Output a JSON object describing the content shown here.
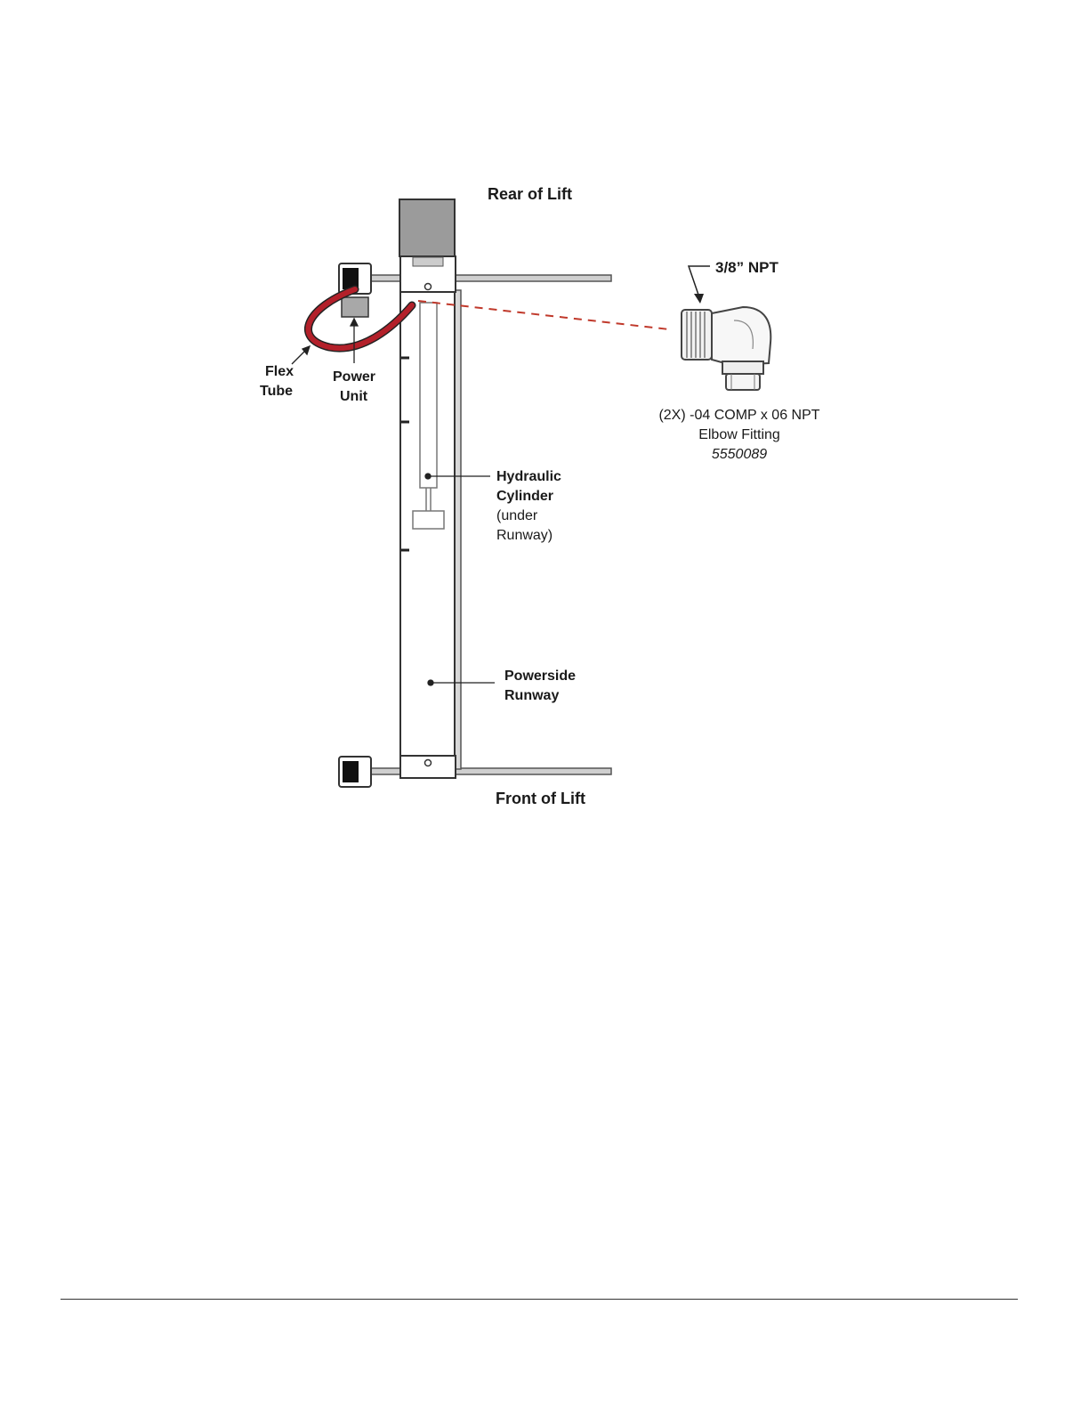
{
  "labels": {
    "rear_of_lift": "Rear of Lift",
    "front_of_lift": "Front of Lift",
    "flex_tube_line1": "Flex",
    "flex_tube_line2": "Tube",
    "power_unit_line1": "Power",
    "power_unit_line2": "Unit",
    "hydraulic_line1": "Hydraulic",
    "hydraulic_line2": "Cylinder",
    "hydraulic_line3": "(under",
    "hydraulic_line4": "Runway)",
    "powerside_line1": "Powerside",
    "powerside_line2": "Runway",
    "npt": "3/8” NPT",
    "fitting_line1": "(2X) -04 COMP x 06 NPT",
    "fitting_line2": "Elbow Fitting",
    "fitting_part": "5550089"
  },
  "colors": {
    "hose": "#b3202a",
    "dashed_leader": "#c0392b",
    "column": "#999999",
    "structure_stroke": "#444444"
  }
}
